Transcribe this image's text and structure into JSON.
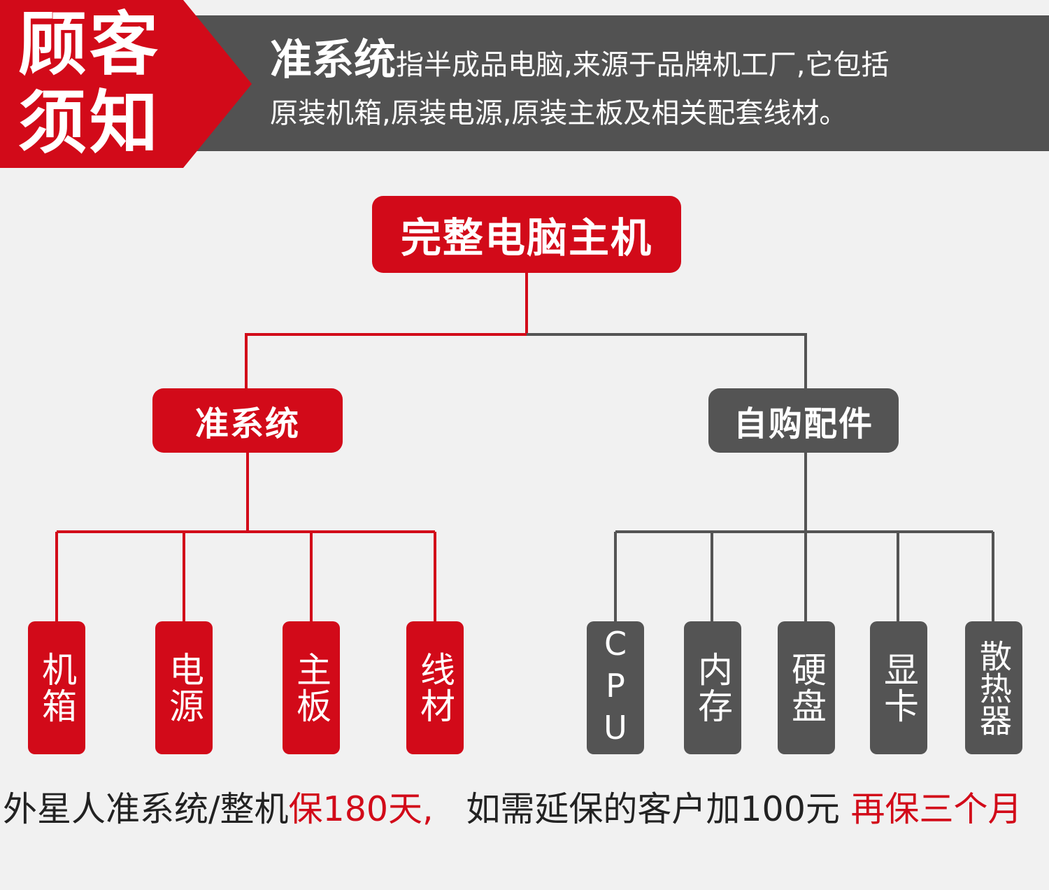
{
  "header": {
    "badge_text": "顾客须知",
    "highlight": "准系统",
    "line1_rest": "指半成品电脑,来源于品牌机工厂,它包括",
    "line2": "原装机箱,原装电源,原装主板及相关配套线材。"
  },
  "diagram": {
    "root": "完整电脑主机",
    "barebone": {
      "label": "准系统",
      "items": [
        "机箱",
        "电源",
        "主板",
        "线材"
      ]
    },
    "self_purchase": {
      "label": "自购配件",
      "items": [
        "CPU",
        "内存",
        "硬盘",
        "显卡",
        "散热器"
      ]
    }
  },
  "footer": {
    "part1": "外星人准系统/整机",
    "part2": "保180天,",
    "part3": "如需延保的客户加100元",
    "part4": "再保三个月"
  },
  "colors": {
    "accent_red": "#d20a19",
    "dark_gray": "#545454",
    "background": "#f1f1f1"
  }
}
